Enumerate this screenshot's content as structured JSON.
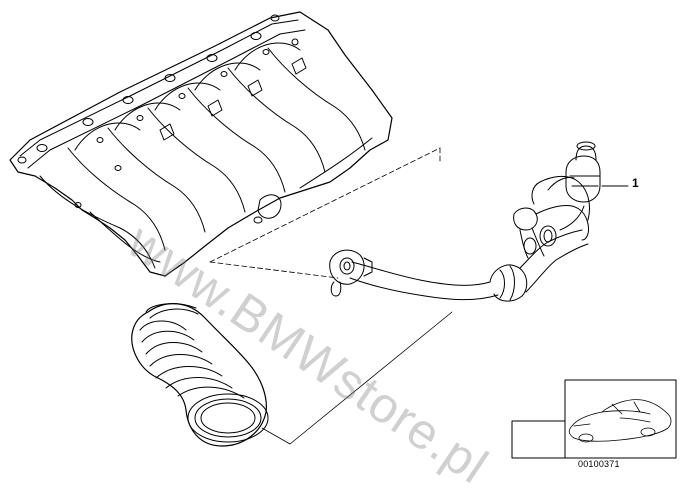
{
  "diagram": {
    "callout_number": "1",
    "watermark_text": "www.BMWstore.pl",
    "document_number": "00100371",
    "line_color": "#000000",
    "watermark_color": "#8a8a8a"
  }
}
